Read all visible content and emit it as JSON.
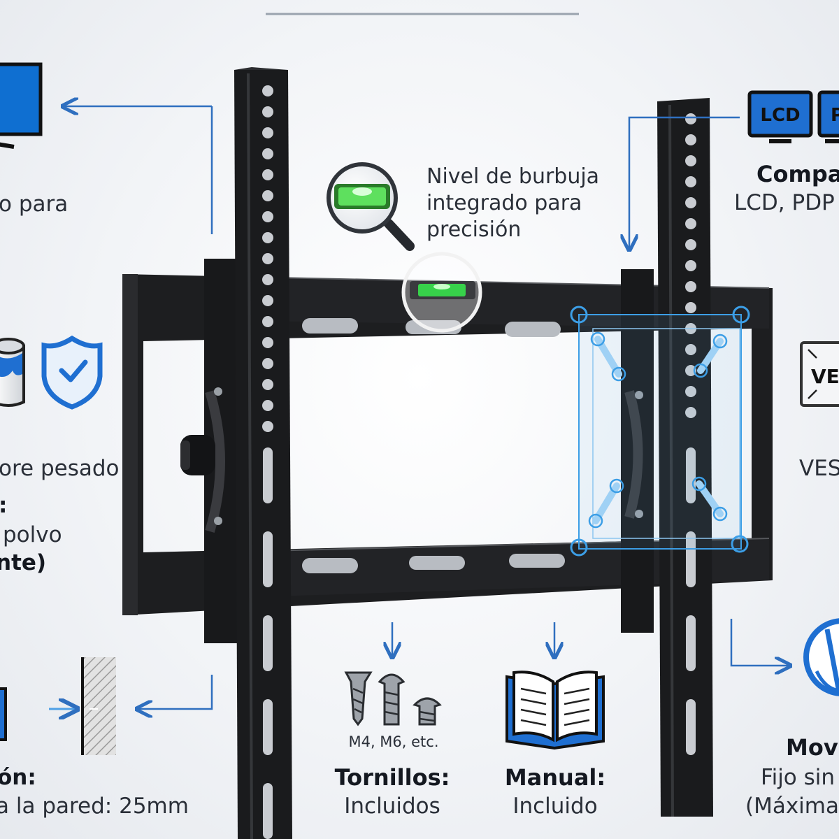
{
  "colors": {
    "accent": "#1f6fd1",
    "mount": "#1b1c1e",
    "arrow": "#2f6fbf"
  },
  "left": {
    "top_fragment": "o para",
    "mid_line1": "ore pesado",
    "mid_colon": ":",
    "mid_line2": "polvo",
    "mid_line3": "nte)",
    "bottom_title": "ón:",
    "bottom_desc": "a la pared: 25mm"
  },
  "center": {
    "level_caption_1": "Nivel de burbuja",
    "level_caption_2": "integrado para",
    "level_caption_3": "precisión",
    "screws_sizes": "M4, M6, etc.",
    "screws_title": "Tornillos:",
    "screws_desc": "Incluidos",
    "manual_title": "Manual:",
    "manual_desc": "Incluido"
  },
  "right": {
    "lcd_label": "LCD",
    "second_screen_label": "P",
    "compat_title": "Compa",
    "compat_desc": "LCD, PDP",
    "vesa_icon_label": "VE",
    "vesa_caption": "VES",
    "move_title": "Mov",
    "move_desc1": "Fijo sin",
    "move_desc2": "(Máxima"
  },
  "icons": [
    "monitor-icon",
    "paint-bucket-icon",
    "shield-check-icon",
    "wall-section-icon",
    "magnifier-level-icon",
    "screws-icon",
    "open-book-icon",
    "lcd-screen-icon",
    "vesa-icon",
    "tilt-circle-icon"
  ]
}
